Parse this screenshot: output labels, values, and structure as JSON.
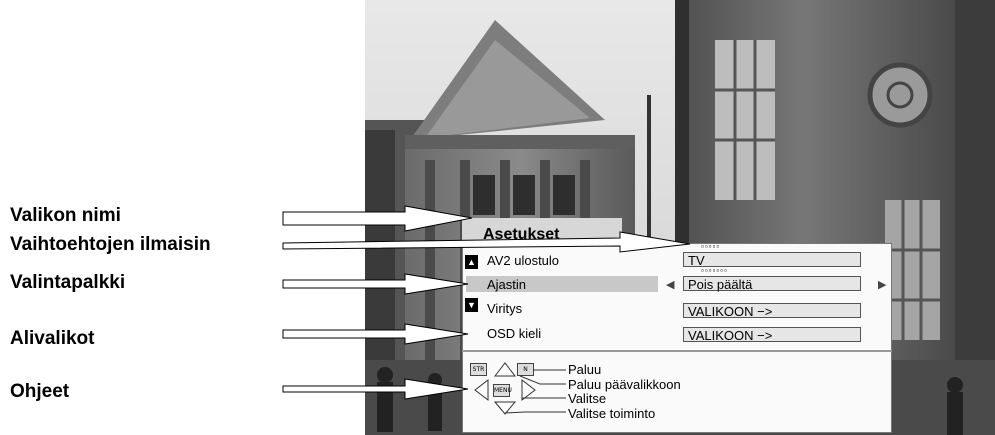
{
  "callouts": {
    "menu_name": "Valikon nimi",
    "option_indicator": "Vaihtoehtojen ilmaisin",
    "selection_bar": "Valintapalkki",
    "submenus": "Alivalikot",
    "instructions": "Ohjeet"
  },
  "menu": {
    "title": "Asetukset",
    "rows": [
      {
        "label": "AV2 ulostulo",
        "value": "TV"
      },
      {
        "label": "Ajastin",
        "value": "Pois päältä"
      },
      {
        "label": "Viritys",
        "value": "VALIKOON −>"
      },
      {
        "label": "OSD kieli",
        "value": "VALIKOON −>"
      }
    ],
    "dots_row1": "▫▫▫▫▫",
    "dots_row2": "▫▫▫▫▫▫▫"
  },
  "help": {
    "back": "Paluu",
    "main_menu": "Paluu päävalikkoon",
    "select": "Valitse",
    "select_function": "Valitse toiminto",
    "key_str": "STR",
    "key_n": "N",
    "key_menu": "MENU"
  }
}
